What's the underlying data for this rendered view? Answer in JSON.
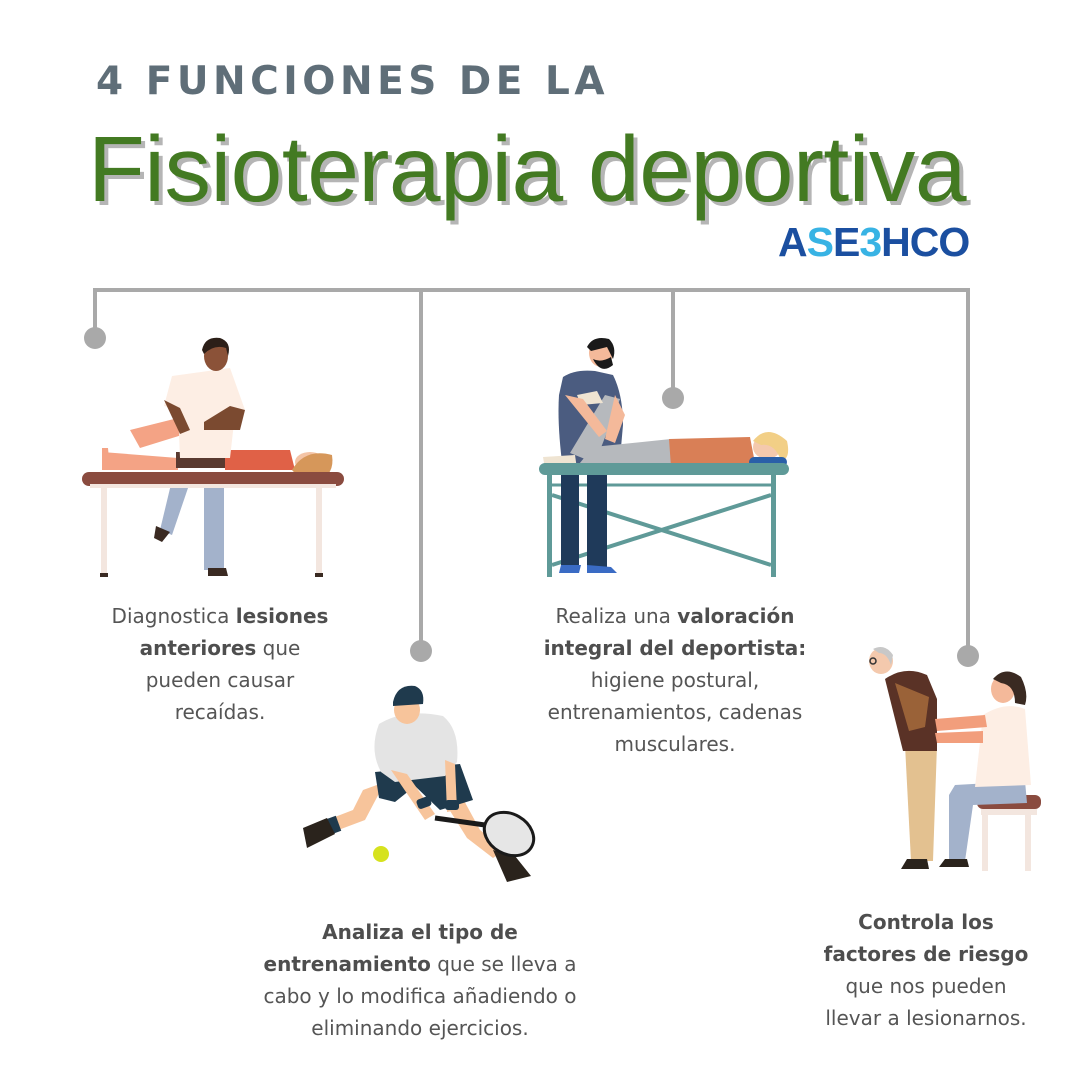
{
  "header": {
    "kicker": "4 FUNCIONES DE LA",
    "title": "Fisioterapia deportiva",
    "logo": {
      "part1": "A",
      "wave1": "S",
      "part2": "E",
      "wave2": "3",
      "part3": "HCO",
      "full": "ASE3HCO"
    }
  },
  "colors": {
    "kicker": "#5f6e78",
    "title": "#437a22",
    "title_shadow": "#b5b5b5",
    "connector": "#a9a9a9",
    "body_text": "#555555",
    "logo_blue": "#1b4fa0",
    "logo_cyan": "#38b3e4"
  },
  "functions": [
    {
      "illustration": "therapist-stretching-leg-on-table",
      "lines": [
        [
          {
            "t": "Diagnostica ",
            "b": false
          },
          {
            "t": "lesiones",
            "b": true
          }
        ],
        [
          {
            "t": "anteriores",
            "b": true
          },
          {
            "t": " que",
            "b": false
          }
        ],
        [
          {
            "t": "pueden causar",
            "b": false
          }
        ],
        [
          {
            "t": "recaídas.",
            "b": false
          }
        ]
      ]
    },
    {
      "illustration": "tennis-player",
      "lines": [
        [
          {
            "t": "Analiza el tipo de",
            "b": true
          }
        ],
        [
          {
            "t": "entrenamiento",
            "b": true
          },
          {
            "t": " que se lleva a",
            "b": false
          }
        ],
        [
          {
            "t": "cabo y lo modifica añadiendo o",
            "b": false
          }
        ],
        [
          {
            "t": "eliminando ejercicios.",
            "b": false
          }
        ]
      ]
    },
    {
      "illustration": "therapist-treating-patient-prone",
      "lines": [
        [
          {
            "t": "Realiza una ",
            "b": false
          },
          {
            "t": "valoración",
            "b": true
          }
        ],
        [
          {
            "t": "integral del deportista:",
            "b": true
          }
        ],
        [
          {
            "t": "higiene postural,",
            "b": false
          }
        ],
        [
          {
            "t": "entrenamientos, cadenas",
            "b": false
          }
        ],
        [
          {
            "t": "musculares.",
            "b": false
          }
        ]
      ]
    },
    {
      "illustration": "therapist-examining-back-elderly",
      "lines": [
        [
          {
            "t": "Controla los",
            "b": true
          }
        ],
        [
          {
            "t": "factores de riesgo",
            "b": true
          }
        ],
        [
          {
            "t": "que nos pueden",
            "b": false
          }
        ],
        [
          {
            "t": "llevar a lesionarnos.",
            "b": false
          }
        ]
      ]
    }
  ]
}
